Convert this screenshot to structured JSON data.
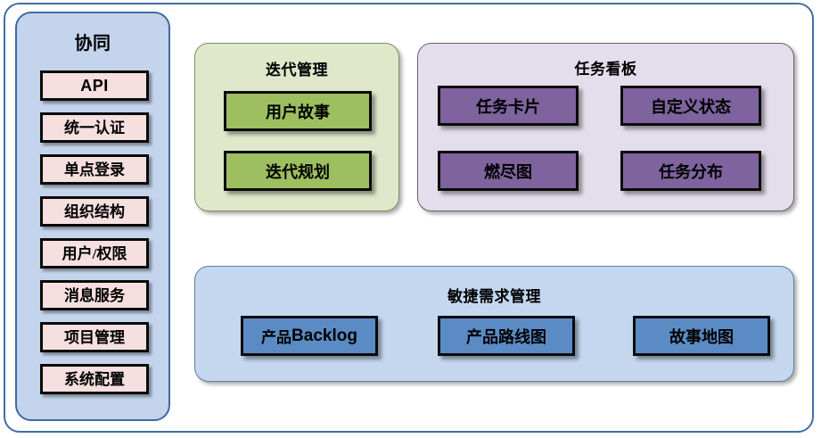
{
  "diagram": {
    "title_text": "协同",
    "sidebar": {
      "title": "协同",
      "items": [
        {
          "label": "API"
        },
        {
          "label": "统一认证"
        },
        {
          "label": "单点登录"
        },
        {
          "label": "组织结构"
        },
        {
          "label": "用户/权限"
        },
        {
          "label": "消息服务"
        },
        {
          "label": "项目管理"
        },
        {
          "label": "系统配置"
        }
      ]
    },
    "iteration_panel": {
      "title": "迭代管理",
      "items": [
        {
          "label": "用户故事"
        },
        {
          "label": "迭代规划"
        }
      ]
    },
    "board_panel": {
      "title": "任务看板",
      "items": [
        {
          "label": "任务卡片"
        },
        {
          "label": "自定义状态"
        },
        {
          "label": "燃尽图"
        },
        {
          "label": "任务分布"
        }
      ]
    },
    "agile_panel": {
      "title": "敏捷需求管理",
      "items": [
        {
          "label": "产品Backlog",
          "cjk": "产品",
          "latin": "Backlog"
        },
        {
          "label": "产品路线图"
        },
        {
          "label": "故事地图"
        }
      ]
    },
    "colors": {
      "frame_border": "#3f6ea5",
      "sidebar_bg": "#c4d4ec",
      "sidebar_item_bg": "#f5dfdf",
      "iteration_bg": "#dfe8cb",
      "iteration_item_bg": "#9dbf60",
      "board_bg": "#e4ddeb",
      "board_item_bg": "#7e639e",
      "agile_bg": "#c4d7ef",
      "agile_item_bg": "#5b8bc4",
      "item_border": "#0a0a0a"
    }
  }
}
